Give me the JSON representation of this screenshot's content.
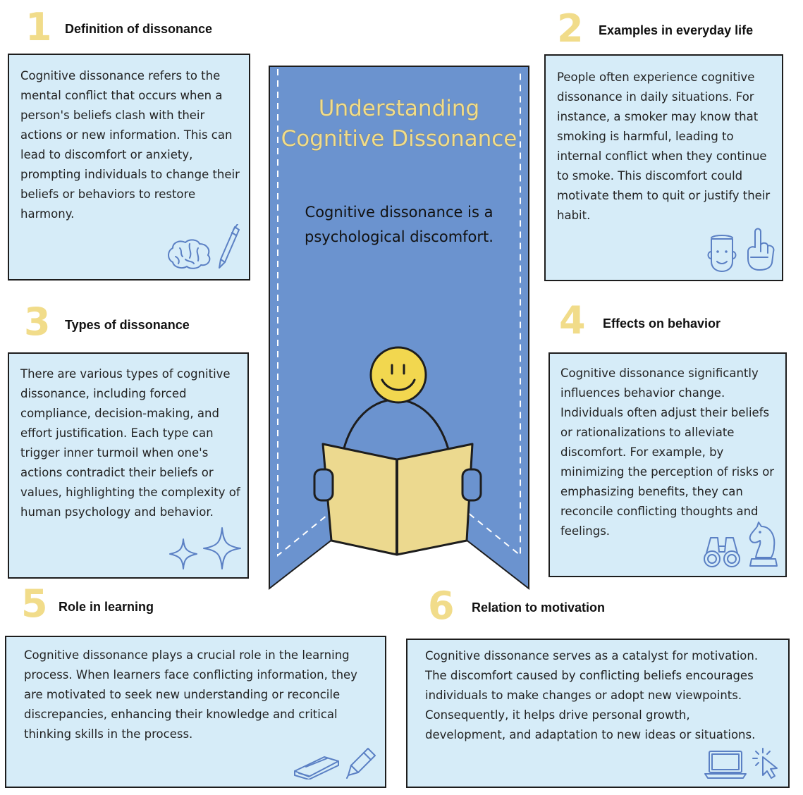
{
  "banner": {
    "title_line1": "Understanding",
    "title_line2": "Cognitive Dissonance",
    "subtitle": "Cognitive dissonance is a psychological discomfort."
  },
  "sections": [
    {
      "number": "1",
      "heading": "Definition of dissonance",
      "text": "Cognitive dissonance refers to the mental conflict that occurs when a person's beliefs clash with their actions or new information. This can lead to discomfort or anxiety, prompting individuals to change their beliefs or behaviors to restore harmony.",
      "icons": [
        "brain-icon",
        "pen-icon"
      ]
    },
    {
      "number": "2",
      "heading": "Examples in everyday life",
      "text": "People often experience cognitive dissonance in daily situations. For instance, a smoker may know that smoking is harmful, leading to internal conflict when they continue to smoke. This discomfort could motivate them to quit or justify their habit.",
      "icons": [
        "face-icon",
        "foam-finger-icon"
      ]
    },
    {
      "number": "3",
      "heading": "Types of dissonance",
      "text": "There are various types of cognitive dissonance, including forced compliance, decision-making, and effort justification. Each type can trigger inner turmoil when one's actions contradict their beliefs or values, highlighting the complexity of human psychology and behavior.",
      "icons": [
        "sparkle-icon",
        "sparkle-icon"
      ]
    },
    {
      "number": "4",
      "heading": "Effects on behavior",
      "text": "Cognitive dissonance significantly influences behavior change. Individuals often adjust their beliefs or rationalizations to alleviate discomfort. For example, by minimizing the perception of risks or emphasizing benefits, they can reconcile conflicting thoughts and feelings.",
      "icons": [
        "binoculars-icon",
        "chess-knight-icon"
      ]
    },
    {
      "number": "5",
      "heading": "Role in learning",
      "text": "Cognitive dissonance plays a crucial role in the learning process. When learners face conflicting information, they are motivated to seek new understanding or reconcile discrepancies, enhancing their knowledge and critical thinking skills in the process.",
      "icons": [
        "book-icon",
        "highlighter-icon"
      ]
    },
    {
      "number": "6",
      "heading": "Relation to motivation",
      "text": "Cognitive dissonance serves as a catalyst for motivation. The discomfort caused by conflicting beliefs encourages individuals to make changes or adopt new viewpoints. Consequently, it helps drive personal growth, development, and adaptation to new ideas or situations.",
      "icons": [
        "laptop-icon",
        "cursor-click-icon"
      ]
    }
  ],
  "colors": {
    "card_fill": "#d6ecf8",
    "banner_fill": "#6b93cf",
    "accent_yellow": "#f1dc8a",
    "icon_blue": "#5b80c4"
  }
}
